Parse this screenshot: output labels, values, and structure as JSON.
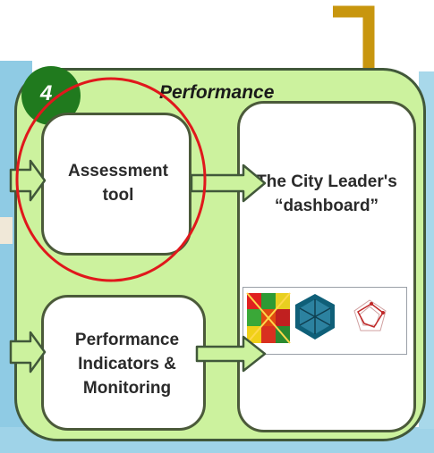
{
  "section": {
    "number": "4",
    "title": "Performance"
  },
  "boxes": {
    "assessment_tool": "Assessment tool",
    "dashboard": "The City Leader's “dashboard”",
    "performance_indicators": "Performance Indicators & Monitoring"
  },
  "dashboard_caption": "",
  "colors": {
    "panel_fill": "#ccf29e",
    "panel_border": "#41583a",
    "badge": "#207a1e",
    "highlight_circle": "#e0181c",
    "bracket": "#c8960e",
    "sky_band": "#8fcbe4"
  },
  "icons": [
    "rainbow-grid-icon",
    "hexagon-icon",
    "radar-chart-icon"
  ]
}
